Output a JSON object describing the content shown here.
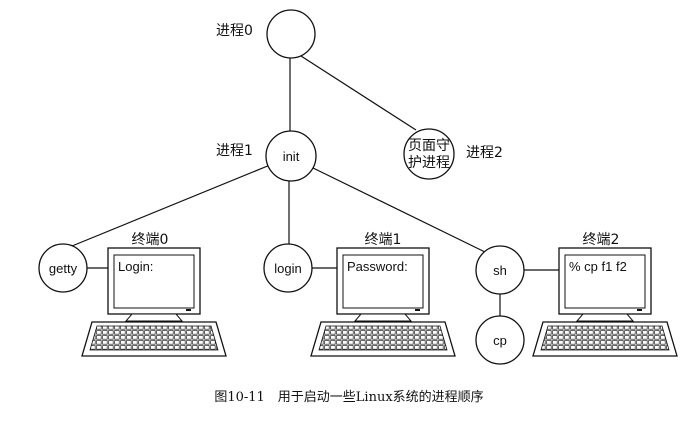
{
  "process_labels": {
    "p0": "进程0",
    "p1": "进程1",
    "p2": "进程2"
  },
  "nodes": {
    "init": "init",
    "daemon_line1": "页面守",
    "daemon_line2": "护进程",
    "getty": "getty",
    "login": "login",
    "sh": "sh",
    "cp": "cp"
  },
  "terminals": [
    {
      "name": "终端0",
      "screen_text": "Login:"
    },
    {
      "name": "终端1",
      "screen_text": "Password:"
    },
    {
      "name": "终端2",
      "screen_text": "% cp f1 f2"
    }
  ],
  "caption": "图10-11　用于启动一些Linux系统的进程顺序"
}
